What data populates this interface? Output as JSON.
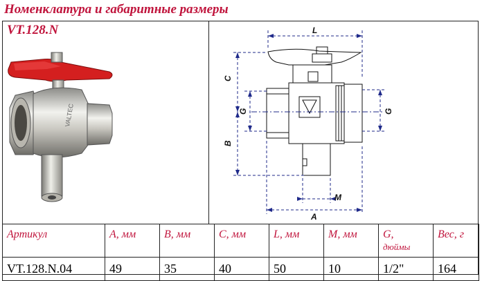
{
  "page": {
    "title": "Номенклатура и габаритные размеры",
    "model": "VT.128.N"
  },
  "drawing": {
    "labels": {
      "L": "L",
      "C": "C",
      "B": "B",
      "G_left": "G",
      "G_right": "G",
      "M": "M",
      "A": "A"
    }
  },
  "table": {
    "headers": [
      {
        "label": "Артикул",
        "sub": ""
      },
      {
        "label": "A, мм",
        "sub": ""
      },
      {
        "label": "B, мм",
        "sub": ""
      },
      {
        "label": "C, мм",
        "sub": ""
      },
      {
        "label": "L, мм",
        "sub": ""
      },
      {
        "label": "M, мм",
        "sub": ""
      },
      {
        "label": "G,",
        "sub": "дюймы"
      },
      {
        "label": "Вес, г",
        "sub": ""
      }
    ],
    "rows": [
      [
        "VT.128.N.04",
        "49",
        "35",
        "40",
        "50",
        "10",
        "1/2\"",
        "164"
      ]
    ]
  },
  "colors": {
    "accent": "#c0143c",
    "dimension": "#1f2a8a",
    "handle": "#d41f1f"
  }
}
